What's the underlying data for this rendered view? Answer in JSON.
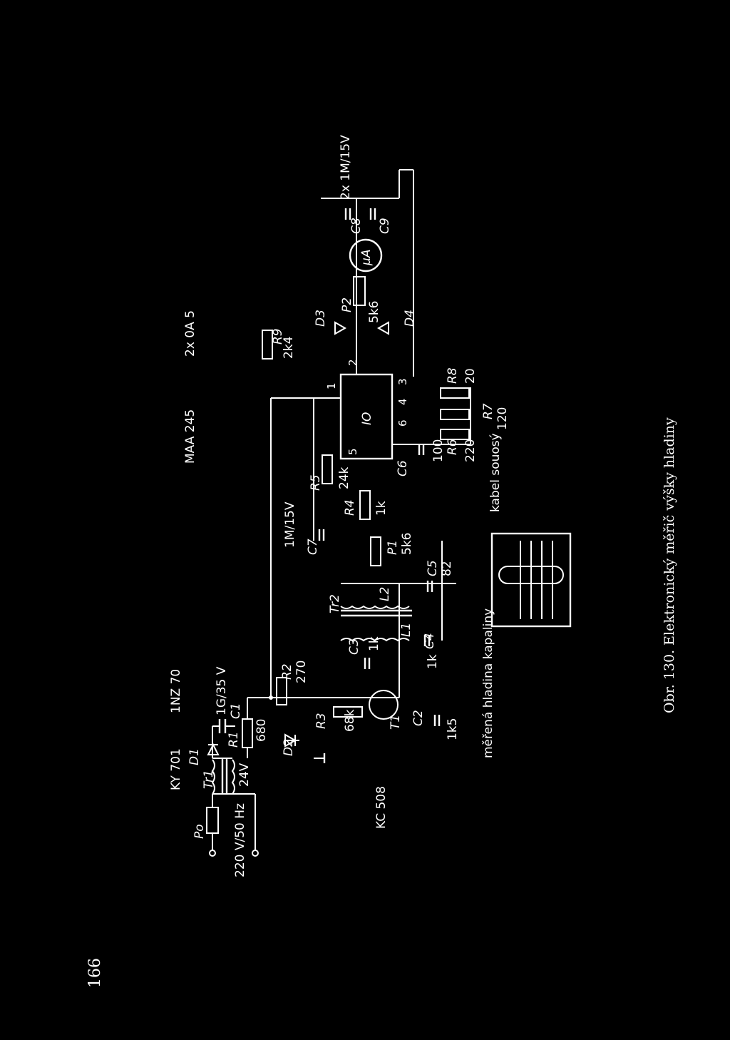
{
  "page_number": "166",
  "caption": "Obr. 130. Elektronický měřič výšky hladiny",
  "parts_list": {
    "diode_d1": "KY 701",
    "diode_d2": "1NZ 70",
    "ic": "MAA 245",
    "diodes_d3_d4": "2x 0A 5",
    "transistor": "KC 508"
  },
  "mains": {
    "fuse": "Po",
    "voltage": "220 V/50 Hz",
    "secondary": "24V"
  },
  "labels": {
    "tr1": "Tr1",
    "tr2": "Tr2",
    "l1": "L1",
    "l2": "L2",
    "d1": "D1",
    "d2": "D2",
    "d3": "D3",
    "d4": "D4",
    "t1": "T1",
    "io": "IO",
    "meter": "μA"
  },
  "components": {
    "c1": {
      "name": "C1",
      "value": "1G/35 V"
    },
    "r1": {
      "name": "R1",
      "value": "680"
    },
    "r2": {
      "name": "R2",
      "value": "270"
    },
    "r3": {
      "name": "R3",
      "value": "68k"
    },
    "c2": {
      "name": "C2",
      "value": "1k5"
    },
    "c3": {
      "name": "C3",
      "value": "1k"
    },
    "c4": {
      "name": "C4",
      "value": "1k"
    },
    "c5": {
      "name": "C5",
      "value": "82"
    },
    "p1": {
      "name": "P1",
      "value": "5k6"
    },
    "r4": {
      "name": "R4",
      "value": "1k"
    },
    "r5": {
      "name": "R5",
      "value": "24k"
    },
    "c7": {
      "name": "C7",
      "value": "1M/15V"
    },
    "c6": {
      "name": "C6",
      "value": "100"
    },
    "r6": {
      "name": "R6",
      "value": "220"
    },
    "r7": {
      "name": "R7",
      "value": "120"
    },
    "r8": {
      "name": "R8",
      "value": "20"
    },
    "r9": {
      "name": "R9",
      "value": "2k4"
    },
    "p2": {
      "name": "P2",
      "value": "5k6"
    },
    "c8": {
      "name": "C8",
      "value": ""
    },
    "c9": {
      "name": "C9",
      "value": ""
    },
    "c8_c9": "2x 1M/15V"
  },
  "pins": {
    "p1": "1",
    "p2": "2",
    "p3": "3",
    "p4": "4",
    "p5": "5",
    "p6": "6"
  },
  "notes": {
    "liquid": "měřená hladina kapaliny",
    "cable": "kabel souosý"
  }
}
